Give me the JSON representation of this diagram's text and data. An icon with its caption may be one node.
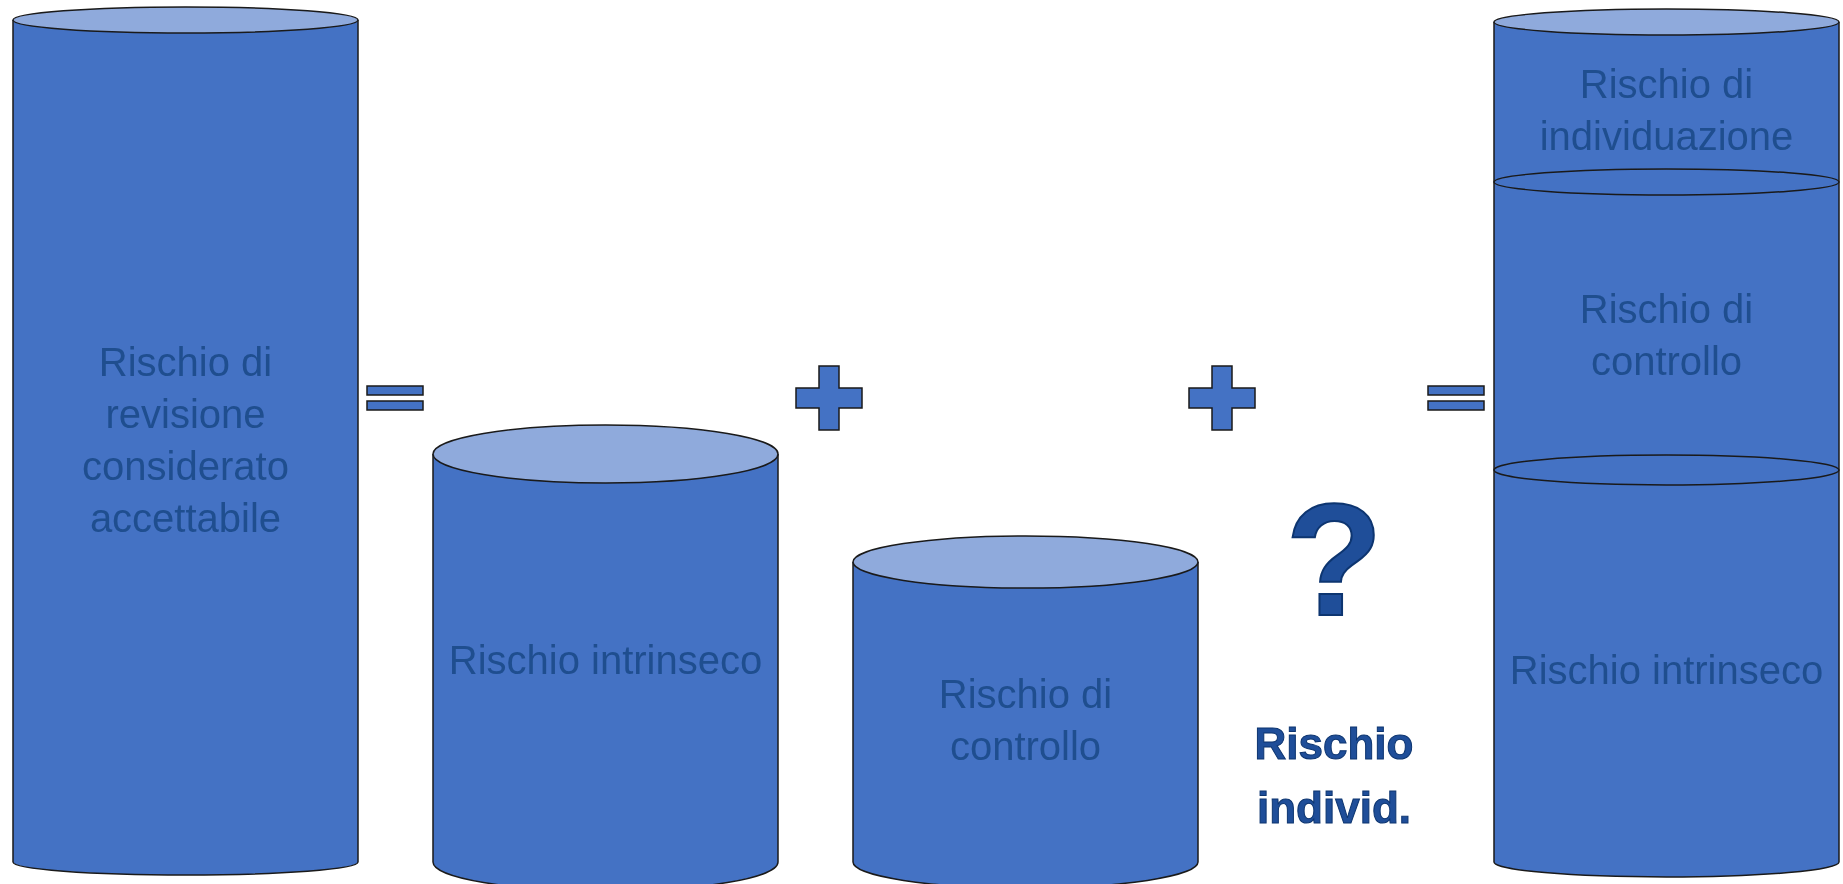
{
  "diagram": {
    "nodes": [
      {
        "text": [
          "Rischio di revisione considerato accettabile"
        ]
      },
      {
        "text": [
          "Rischio intrinseco"
        ]
      },
      {
        "text": [
          "Rischio di controllo"
        ]
      },
      {
        "text": [
          "Rischio di individuazione"
        ]
      },
      {
        "text": [
          "Rischio di controllo"
        ]
      },
      {
        "text": [
          "Rischio intrinseco"
        ]
      }
    ],
    "edges": [],
    "labels": [
      "?",
      "Rischio individ."
    ]
  }
}
